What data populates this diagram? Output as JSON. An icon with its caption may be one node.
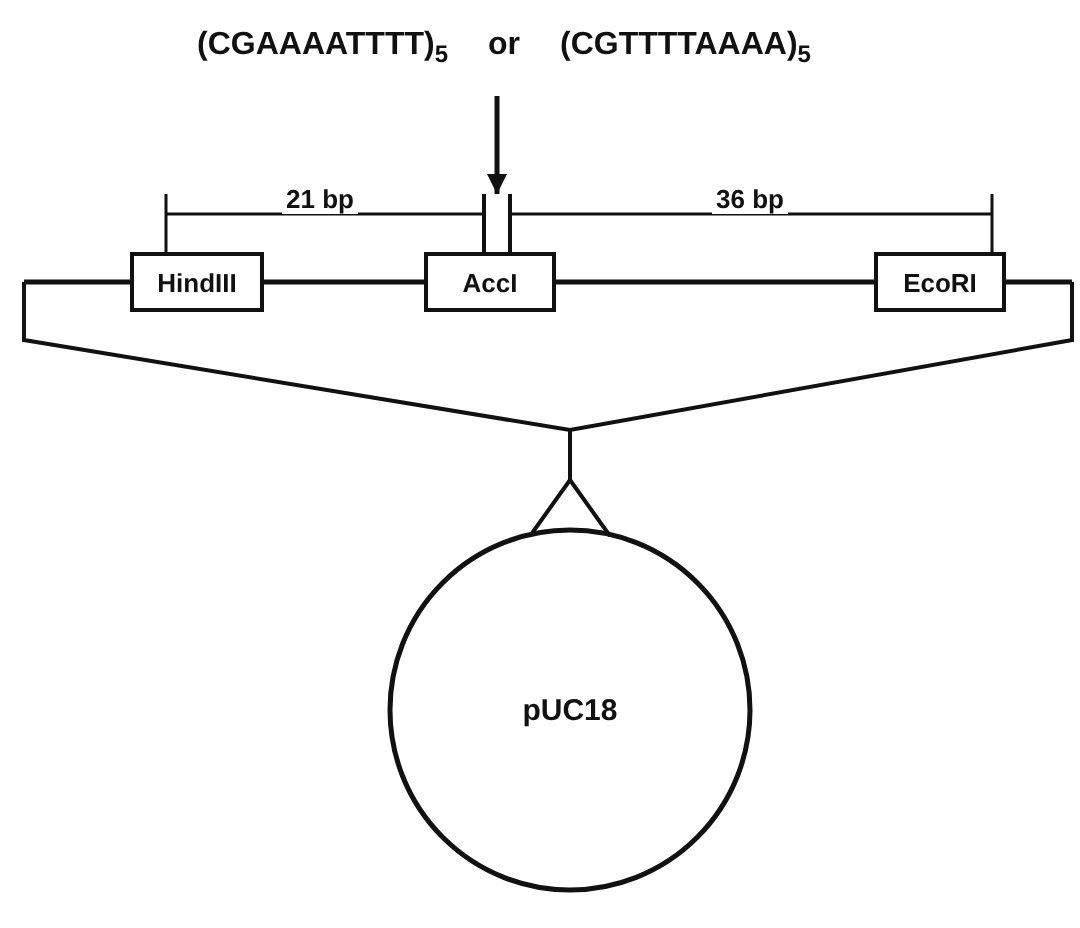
{
  "diagram": {
    "nodes": [
      {
        "text": [
          "(CGAAAATTTT)$_{5}$",
          "or",
          "(CGTTTTAAAA)$_{5}$"
        ]
      },
      {
        "text": [],
        "shape": "box"
      },
      {
        "text": [
          "HindIII"
        ]
      },
      {
        "text": [
          "AccI"
        ]
      },
      {
        "text": [
          "EcoRI"
        ]
      },
      {
        "text": [
          "pUC18"
        ]
      }
    ],
    "edges": [
      {
        "from": 0,
        "to": 1,
        "arrow": "to"
      }
    ],
    "labels": [
      "21 bp",
      "36 bp"
    ]
  }
}
